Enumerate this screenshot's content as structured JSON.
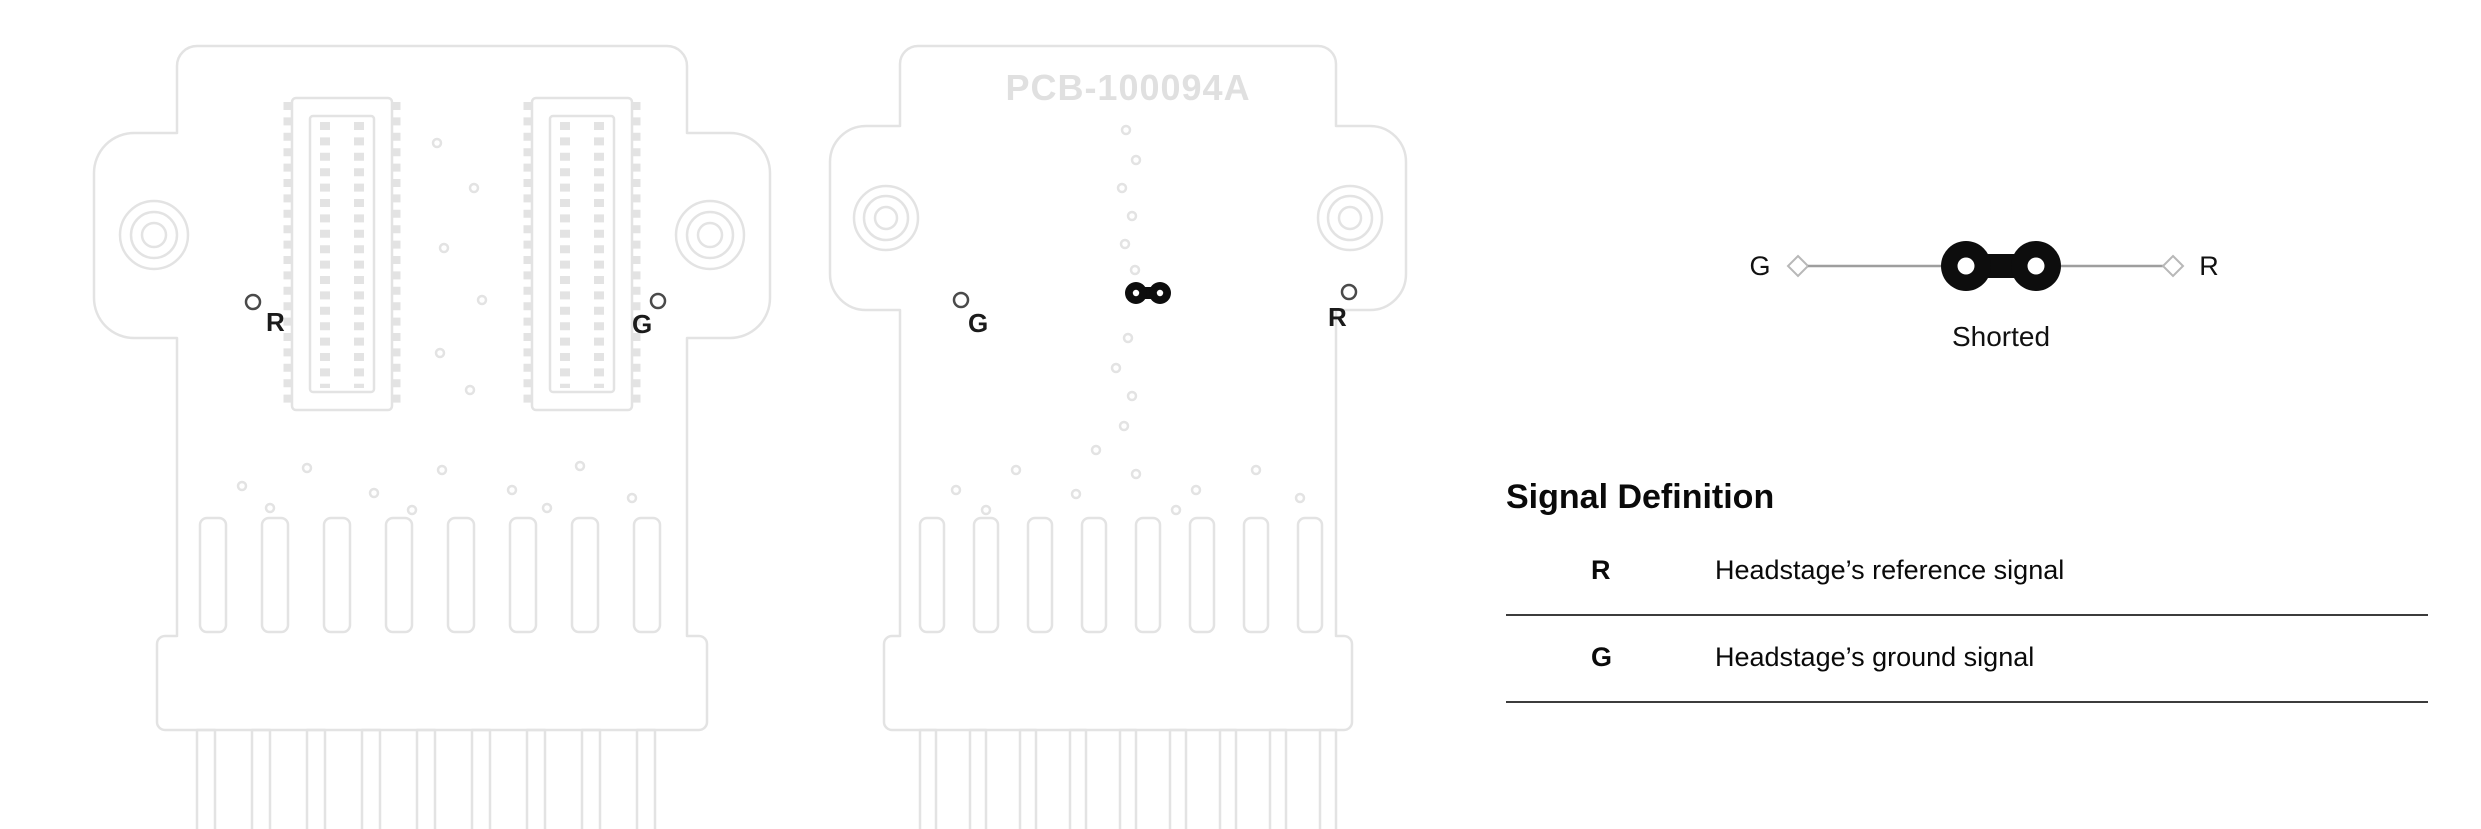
{
  "left_pcb": {
    "label_r": "R",
    "label_g": "G"
  },
  "middle_pcb": {
    "silkscreen": "PCB-100094A",
    "label_g": "G",
    "label_r": "R"
  },
  "schematic": {
    "left_label": "G",
    "right_label": "R",
    "caption": "Shorted"
  },
  "signal_definition": {
    "title": "Signal Definition",
    "rows": [
      {
        "signal": "R",
        "description": "Headstage’s reference signal"
      },
      {
        "signal": "G",
        "description": "Headstage’s ground signal"
      }
    ]
  },
  "colors": {
    "pcb_outline": "#e3e3e3",
    "silkscreen": "#e0e0e0",
    "label": "#1b1b1b",
    "wire": "#9e9e9e",
    "diamond": "#b8b8b8",
    "jumper": "#0d0d0d",
    "rule": "#3c3c3c"
  }
}
